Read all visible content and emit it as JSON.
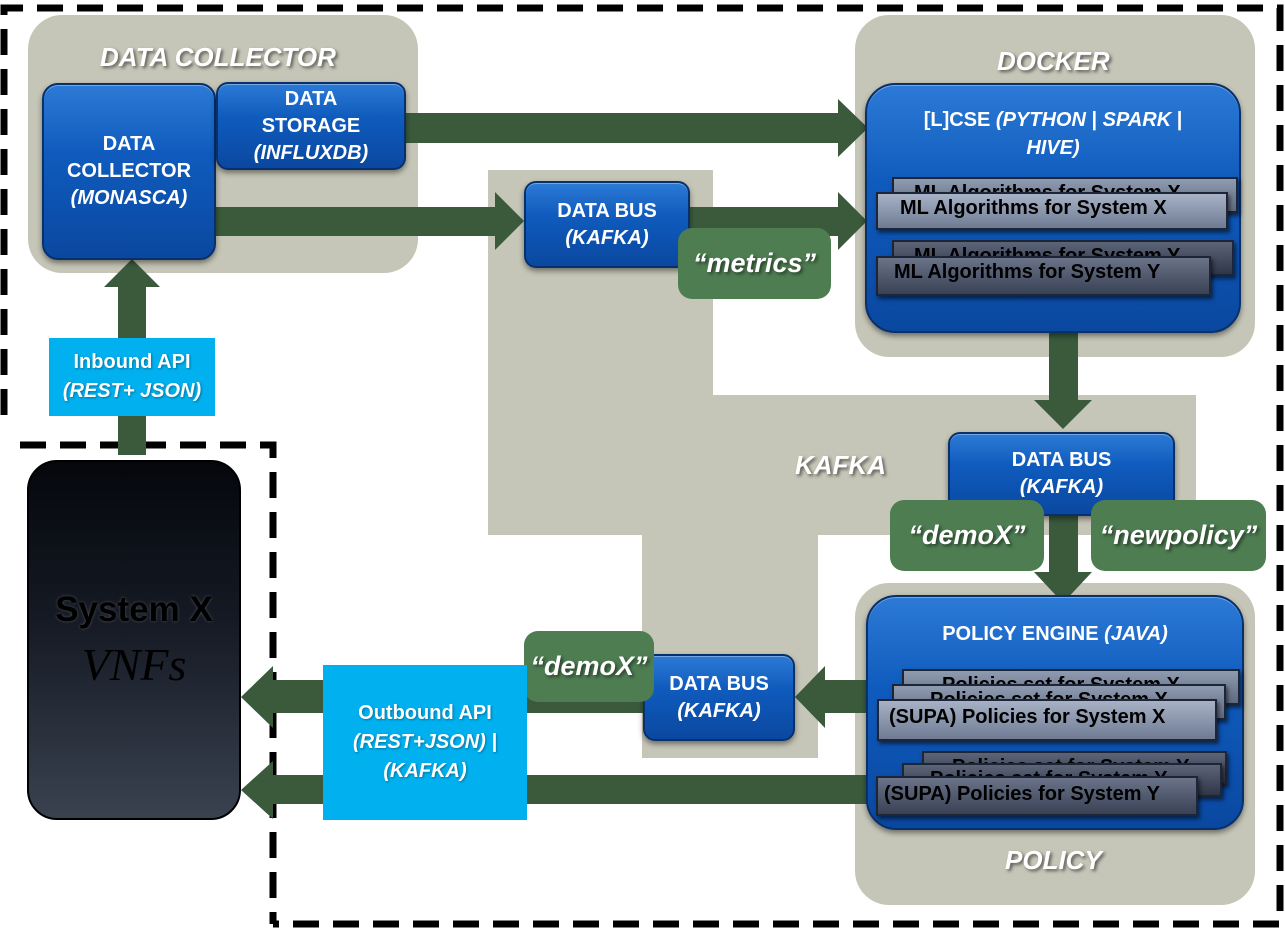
{
  "sections": {
    "data_collector": "DATA COLLECTOR",
    "docker": "DOCKER",
    "kafka": "KAFKA",
    "policy": "POLICY"
  },
  "components": {
    "collector": {
      "line1": "DATA",
      "line2": "COLLECTOR",
      "line3": "(MONASCA)"
    },
    "storage": {
      "line1": "DATA",
      "line2": "STORAGE",
      "line3": "(INFLUXDB)"
    },
    "bus_top": {
      "line1": "DATA BUS",
      "line2": "(KAFKA)"
    },
    "bus_mid": {
      "line1": "DATA BUS",
      "line2": "(KAFKA)"
    },
    "bus_bottom": {
      "line1": "DATA BUS",
      "line2": "(KAFKA)"
    },
    "cse": {
      "prefix": "[L]CSE ",
      "italic1": "(PYTHON",
      "sep1": " | ",
      "italic2": "SPARK",
      "sep2": " |",
      "italic3": "HIVE)"
    },
    "policy_engine": {
      "prefix": "POLICY ENGINE ",
      "italic": "(JAVA)"
    }
  },
  "ml_cards": {
    "x_back": "ML Algorithms for System X",
    "x_front": "ML Algorithms for System X",
    "y_back": "ML Algorithms for System Y",
    "y_front": "ML Algorithms for System Y"
  },
  "policy_cards": {
    "x_back1": "Policies set for System X",
    "x_back2": "Policies set for System X",
    "x_front": "(SUPA) Policies for System X",
    "y_back1": "Policies set for System Y",
    "y_back2": "Policies set for System Y",
    "y_front": "(SUPA) Policies for System Y"
  },
  "topics": {
    "metrics": "“metrics”",
    "demox_mid": "“demoX”",
    "newpolicy": "“newpolicy”",
    "demox_bottom": "“demoX”"
  },
  "apis": {
    "inbound": {
      "line1": "Inbound API",
      "line2": "(REST+ JSON)"
    },
    "outbound": {
      "line1": "Outbound API",
      "line2": "(REST+JSON) |",
      "line3": "(KAFKA)"
    }
  },
  "system": {
    "title": "System X",
    "subtitle": "VNFs"
  },
  "colors": {
    "zone": "#c6c6b8",
    "component_blue": "#0f5bbd",
    "topic_green": "#4e7d52",
    "api_cyan": "#00b0ef",
    "arrow_green": "#3b5a3c"
  }
}
